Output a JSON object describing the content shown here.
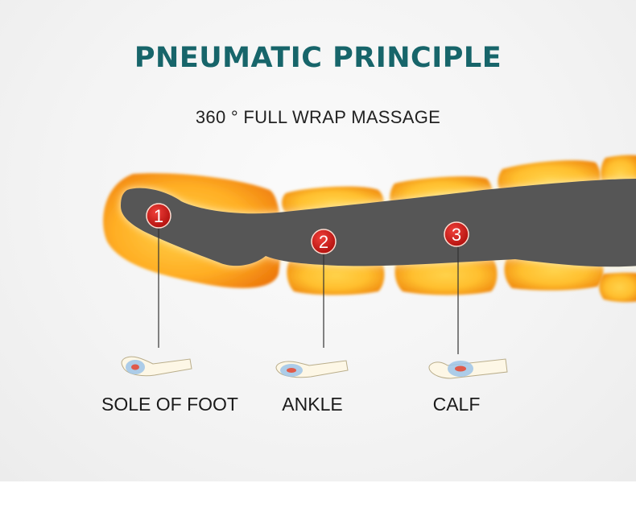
{
  "title": "PNEUMATIC PRINCIPLE",
  "subtitle": "360 ° FULL WRAP MASSAGE",
  "markers": [
    {
      "number": "1",
      "label": "SOLE OF FOOT"
    },
    {
      "number": "2",
      "label": "ANKLE"
    },
    {
      "number": "3",
      "label": "CALF"
    }
  ],
  "colors": {
    "title": "#17656a",
    "airbag_outer": "#f7a01a",
    "airbag_inner": "#ffc23a",
    "leg": "#555555",
    "marker": "#d8201c"
  }
}
